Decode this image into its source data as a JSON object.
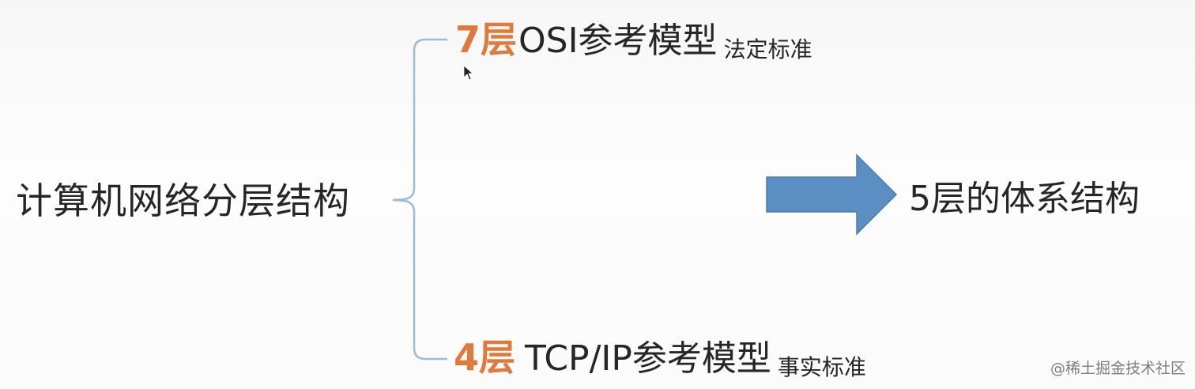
{
  "diagram": {
    "main_topic": "计算机网络分层结构",
    "branches": [
      {
        "layer_count": "7层",
        "model_name": "OSI参考模型",
        "standard_note": "法定标准"
      },
      {
        "layer_count": "4层",
        "model_name": "TCP/IP参考模型",
        "standard_note": "事实标准"
      }
    ],
    "result": "5层的体系结构"
  },
  "watermark": "@稀土掘金技术社区",
  "colors": {
    "accent_orange": "#e07a3c",
    "arrow_blue": "#5b8fc4",
    "brace_blue": "#9dbbd8",
    "text": "#262626"
  }
}
